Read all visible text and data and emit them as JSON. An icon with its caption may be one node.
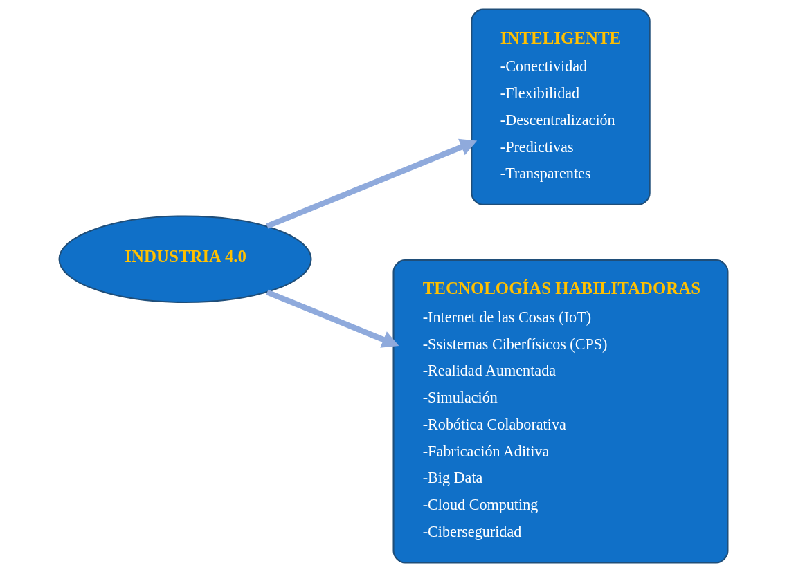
{
  "diagram": {
    "nodes": [
      {
        "text": [
          "INTELIGENTE",
          "-Conectividad",
          "-Flexibilidad",
          "-Descentralización",
          "-Predictivas",
          "-Transparentes"
        ]
      },
      {
        "text": [
          "TECNOLOGÍAS HABILITADORAS",
          "-Internet de las Cosas (IoT)",
          "-Ssistemas Ciberfísicos (CPS)",
          "-Realidad Aumentada",
          "-Simulación",
          "-Robótica Colaborativa",
          "-Fabricación Aditiva",
          "-Big Data",
          "-Cloud Computing",
          "-Ciberseguridad"
        ]
      },
      {
        "text": [
          "INDUSTRIA 4.0"
        ]
      }
    ],
    "edges": [
      {
        "from": 2,
        "to": 0,
        "arrow": "to"
      },
      {
        "from": 2,
        "to": 1,
        "arrow": "to"
      }
    ]
  }
}
